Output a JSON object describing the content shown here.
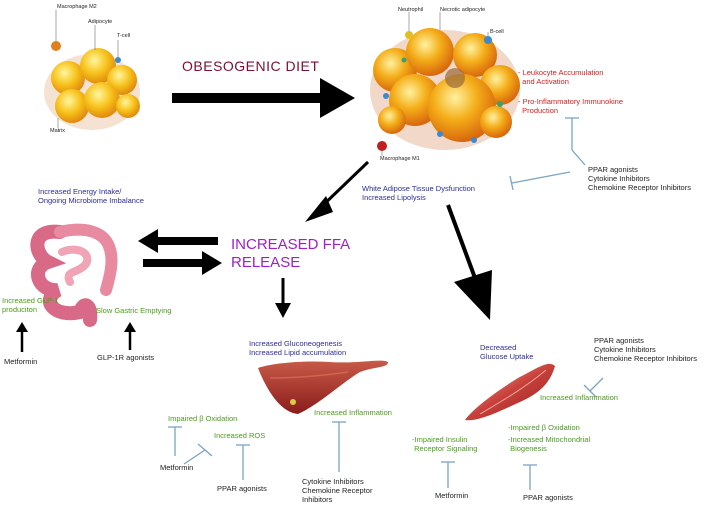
{
  "colors": {
    "blue": "#2b2b9a",
    "red": "#d02222",
    "green": "#4d9a1f",
    "purple": "#a020c8",
    "maroon": "#7a1030",
    "inhibitor": "#7aa4c4"
  },
  "adipose_lean": {
    "macrophage_m2": "Macrophage M2",
    "adipocyte": "Adipocyte",
    "t_cell": "T-cell",
    "matrix": "Matrix"
  },
  "adipose_obese": {
    "neutrophil": "Neutrophil",
    "necrotic_adipocyte": "Necrotic adipocyte",
    "b_cell": "B-cell",
    "macrophage_m1": "Macrophage M1"
  },
  "obesogenic_diet": "OBESOGENIC DIET",
  "inflammation": {
    "line1": "- Leukocyte Accumulation",
    "line2": "  and Activation",
    "line3": "- Pro-Inflammatory Immunokine",
    "line4": "  Production"
  },
  "inhibitors_top": {
    "line1": "PPAR agonists",
    "line2": "Cytokine Inhibitors",
    "line3": "Chemokine Receptor Inhibitors"
  },
  "wat": {
    "line1": "White Adipose Tissue Dysfunction",
    "line2": "Increased Lipolysis"
  },
  "gut": {
    "line1": "Increased Energy Intake/",
    "line2": "Ongoing Microbiome Imbalance"
  },
  "ffa": {
    "line1": "INCREASED FFA",
    "line2": "RELEASE"
  },
  "glp1": {
    "line1": "Increased GLP-1",
    "line2": "produciton"
  },
  "gastric": "Slow Gastric Emptying",
  "metformin_gut": "Metformin",
  "glp1r": "GLP-1R agonists",
  "liver": {
    "line1": "Increased Gluconeogenesis",
    "line2": "Increased Lipid accumulation"
  },
  "liver_oxidation": "Impaired β Oxidation",
  "liver_ros": "Increased ROS",
  "liver_inflammation": "Increased Inflammation",
  "metformin_liver": "Metformin",
  "ppar_liver": "PPAR agonists",
  "cytokine_liver": {
    "line1": "Cytokine Inhibitors",
    "line2": "Chemokine Receptor",
    "line3": "Inhibitors"
  },
  "muscle": {
    "line1": "Decreased",
    "line2": "Glucose Uptake"
  },
  "inhibitors_muscle": {
    "line1": "PPAR agonists",
    "line2": "Cytokine Inhibitors",
    "line3": "Chemokine Receptor Inhibitors"
  },
  "muscle_inflammation": "Increased Inflammation",
  "muscle_oxidation": {
    "line1": "-Impaired β Oxidation",
    "line2": "-Increased Mitochondrial",
    "line3": " Biogenesis"
  },
  "insulin": {
    "line1": "-Impaired Insulin",
    "line2": " Receptor Signaling"
  },
  "metformin_muscle": "Metformin",
  "ppar_muscle": "PPAR agonists"
}
